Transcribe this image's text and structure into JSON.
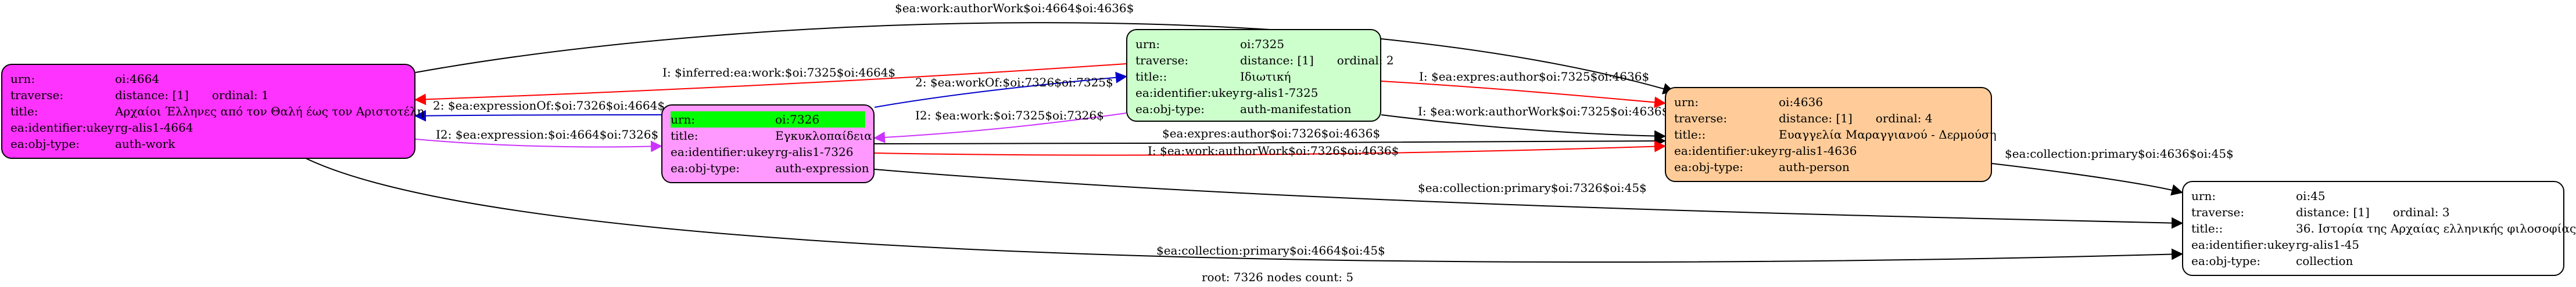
{
  "colors": {
    "work_fill": "#ff33ff",
    "expression_fill": "#ff99ff",
    "manifestation_fill": "#ccffcc",
    "person_fill": "#ffcc99",
    "collection_fill": "#ffffff",
    "root_highlight": "#00ff00",
    "edge_black": "#000000",
    "edge_red": "#ff0000",
    "edge_blue": "#0000cc",
    "edge_magenta": "#cc33ff"
  },
  "nodes": {
    "work": {
      "urn_key": "urn:",
      "urn": "oi:4664",
      "traverse_key": "traverse:",
      "traverse_dist": "distance: [1]",
      "traverse_ord": "ordinal: 1",
      "title_key": "title:",
      "title": "Αρχαίοι Έλληνες από τον Θαλή έως τον Αριστοτέλη",
      "ukey_key": "ea:identifier:ukey",
      "ukey": "rg-alis1-4664",
      "type_key": "ea:obj-type:",
      "type": "auth-work"
    },
    "expression": {
      "urn_key": "urn:",
      "urn": "oi:7326",
      "title_key": "title:",
      "title": "Εγκυκλοπαίδεια",
      "ukey_key": "ea:identifier:ukey",
      "ukey": "rg-alis1-7326",
      "type_key": "ea:obj-type:",
      "type": "auth-expression"
    },
    "manifestation": {
      "urn_key": "urn:",
      "urn": "oi:7325",
      "traverse_key": "traverse:",
      "traverse_dist": "distance: [1]",
      "traverse_ord": "ordinal: 2",
      "title_key": "title::",
      "title": "Ιδιωτική",
      "ukey_key": "ea:identifier:ukey",
      "ukey": "rg-alis1-7325",
      "type_key": "ea:obj-type:",
      "type": "auth-manifestation"
    },
    "person": {
      "urn_key": "urn:",
      "urn": "oi:4636",
      "traverse_key": "traverse:",
      "traverse_dist": "distance: [1]",
      "traverse_ord": "ordinal: 4",
      "title_key": "title::",
      "title": "Ευαγγελία Μαραγγιανού - Δερμούση",
      "ukey_key": "ea:identifier:ukey",
      "ukey": "rg-alis1-4636",
      "type_key": "ea:obj-type:",
      "type": "auth-person"
    },
    "collection": {
      "urn_key": "urn:",
      "urn": "oi:45",
      "traverse_key": "traverse:",
      "traverse_dist": "distance: [1]",
      "traverse_ord": "ordinal: 3",
      "title_key": "title::",
      "title": "36. Ιστορία της Αρχαίας ελληνικής φιλοσοφίας",
      "ukey_key": "ea:identifier:ukey",
      "ukey": "rg-alis1-45",
      "type_key": "ea:obj-type:",
      "type": "collection"
    }
  },
  "edges": {
    "work_author_top": "$ea:work:authorWork$oi:4664$oi:4636$",
    "inferred_work": "I: $inferred:ea:work:$oi:7325$oi:4664$",
    "expression_of": "2: $ea:expressionOf:$oi:7326$oi:4664$",
    "work_of": "2: $ea:workOf:$oi:7326$oi:7325$",
    "expression": "I2: $ea:expression:$oi:4664$oi:7326$",
    "manifestation_expr": "I2: $ea:work:$oi:7325$oi:7326$",
    "expres_author_7325": "I: $ea:expres:author$oi:7325$oi:4636$",
    "work_author_7325": "I: $ea:work:authorWork$oi:7325$oi:4636$",
    "expres_author_7326": "$ea:expres:author$oi:7326$oi:4636$",
    "work_author_7326": "I: $ea:work:authorWork$oi:7326$oi:4636$",
    "collection_4636": "$ea:collection:primary$oi:4636$oi:45$",
    "collection_7326": "$ea:collection:primary$oi:7326$oi:45$",
    "collection_4664": "$ea:collection:primary$oi:4664$oi:45$"
  },
  "footer": "root: 7326 nodes count: 5"
}
